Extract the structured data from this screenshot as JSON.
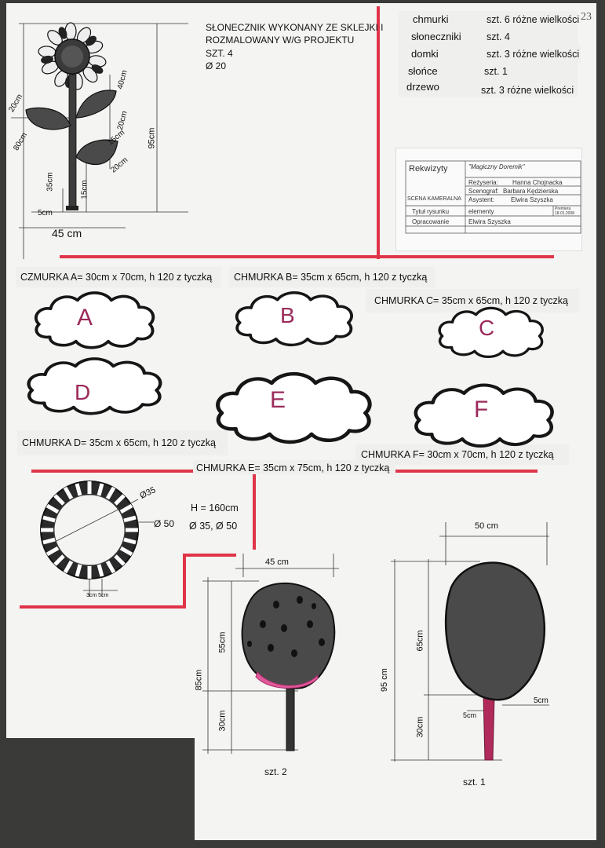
{
  "page_number": "23",
  "sunflower": {
    "caption_line1": "SŁONECZNIK WYKONANY ZE SKLEJKI I",
    "caption_line2": "ROZMALOWANY W/G PROJEKTU",
    "caption_qty": "SZT. 4",
    "caption_diam": "Ø 20",
    "dims": [
      "20cm",
      "80cm",
      "35cm",
      "15cm",
      "5cm",
      "45 cm",
      "40cm",
      "20cm",
      "15cm",
      "20cm",
      "95cm"
    ]
  },
  "props_list": [
    {
      "name": "chmurki",
      "qty": "szt. 6 różne wielkości"
    },
    {
      "name": "słoneczniki",
      "qty": "szt. 4"
    },
    {
      "name": "domki",
      "qty": "szt. 3 różne wielkości"
    },
    {
      "name": "słońce",
      "qty": "szt. 1"
    },
    {
      "name": "drzewo",
      "qty": "szt. 3 różne wielkości"
    }
  ],
  "title_card": {
    "rekwizyty": "Rekwizyty",
    "title": "\"Magiczny Doremik\"",
    "rezyseria_label": "Reżyseria:",
    "rezyseria": "Hanna Chojnacka",
    "scenograf_label": "Scenograf:",
    "scenograf": "Barbara Kędzierska",
    "scena": "SCENA KAMERALNA",
    "asystent_label": "Asystent:",
    "asystent": "Elwira Szyszka",
    "tytul_label": "Tytuł rysunku",
    "tytul": "elementy",
    "premiera": "Premiera 18.01.2008",
    "opracowanie_label": "Opracowanie",
    "opracowanie": "Elwira Szyszka"
  },
  "clouds": [
    {
      "letter": "A",
      "label": "CZMURKA  A= 30cm x 70cm, h 120 z tyczką"
    },
    {
      "letter": "B",
      "label": "CHMURKA  B= 35cm x 65cm, h 120 z tyczką"
    },
    {
      "letter": "C",
      "label": "CHMURKA  C= 35cm x 65cm, h 120 z tyczką"
    },
    {
      "letter": "D",
      "label": "CHMURKA  D= 35cm x 65cm, h 120 z tyczką"
    },
    {
      "letter": "E",
      "label": "CHMURKA  E= 35cm x 75cm, h 120 z tyczką"
    },
    {
      "letter": "F",
      "label": "CHMURKA  F= 30cm x 70cm, h 120 z tyczką"
    }
  ],
  "sun": {
    "height": "H = 160cm",
    "diameters": "Ø 35, Ø 50",
    "d35": "Ø35",
    "d50": "Ø 50",
    "ring": "3cm 5cm"
  },
  "tree_small": {
    "width": "45 cm",
    "crown": "55cm",
    "total": "85cm",
    "trunk": "30cm",
    "qty": "szt. 2"
  },
  "tree_large": {
    "width": "50 cm",
    "crown": "65cm",
    "total": "95 cm",
    "trunk": "30cm",
    "trunk_w": "5cm",
    "trunk_w2": "5cm",
    "qty": "szt. 1"
  }
}
